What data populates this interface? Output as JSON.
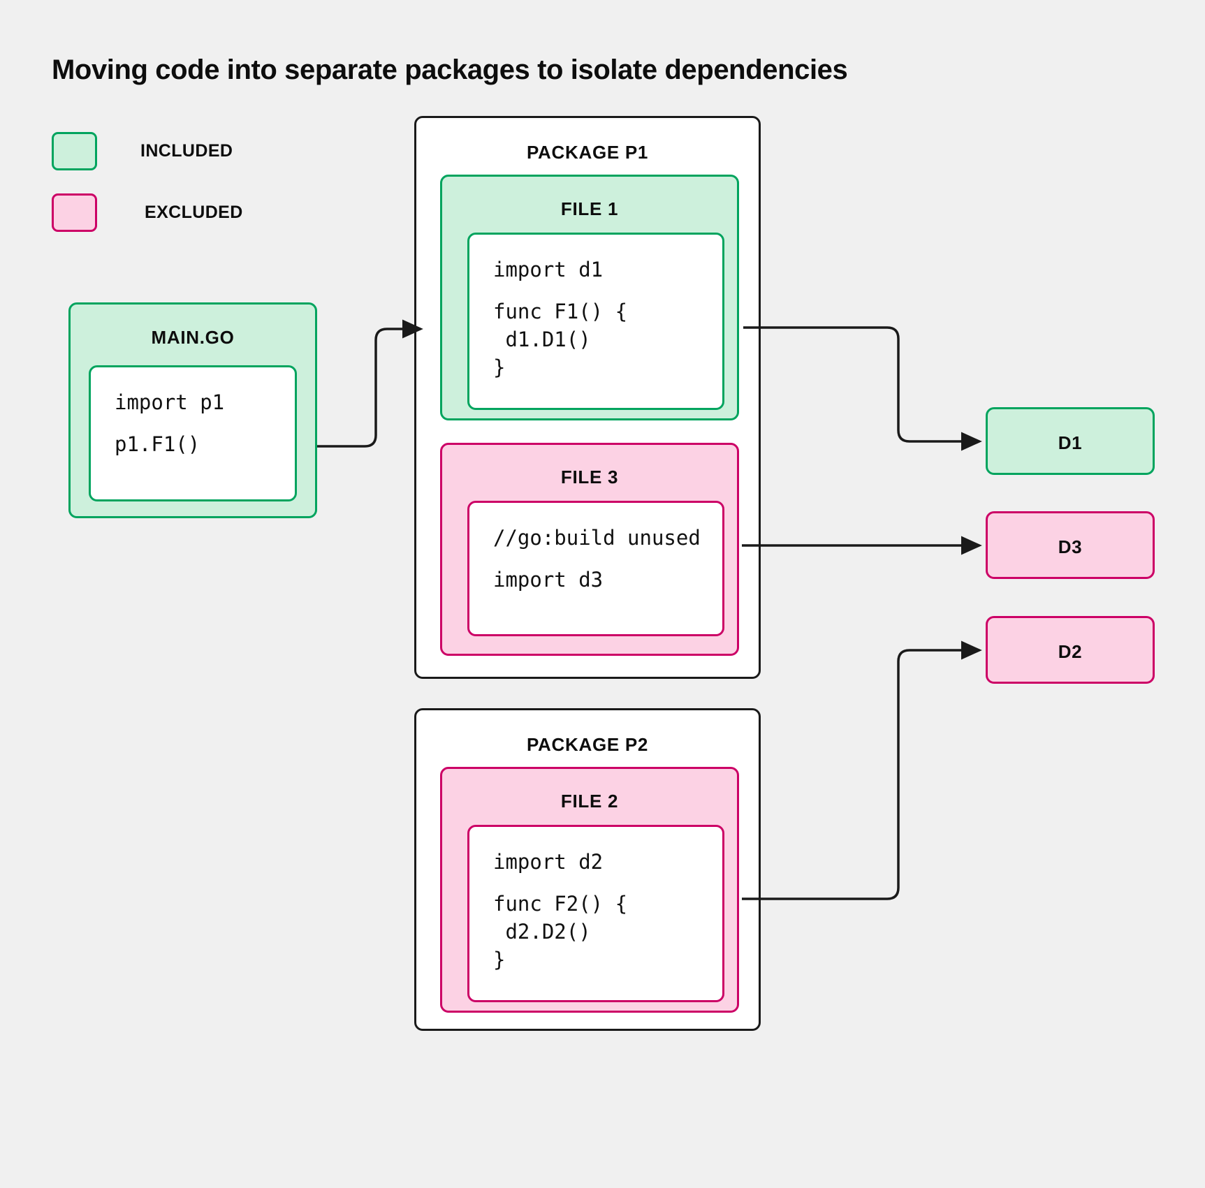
{
  "title": "Moving code into separate packages to isolate dependencies",
  "colors": {
    "background": "#f0f0f0",
    "included_fill": "#cdf0dc",
    "included_border": "#00a45e",
    "excluded_fill": "#fcd2e4",
    "excluded_border": "#cc0066",
    "outline": "#1a1a1a",
    "text": "#0d0d0d"
  },
  "legend": {
    "items": [
      {
        "label": "INCLUDED",
        "state": "included"
      },
      {
        "label": "EXCLUDED",
        "state": "excluded"
      }
    ]
  },
  "entry": {
    "title": "MAIN.GO",
    "state": "included",
    "code_lines": [
      "import p1",
      "",
      "p1.F1()"
    ],
    "code_line_1": "import p1",
    "code_line_2": "p1.F1()"
  },
  "packages": [
    {
      "title": "PACKAGE P1",
      "files": [
        {
          "title": "FILE 1",
          "state": "included",
          "code_line_1": "import d1",
          "code_line_2": "func F1() {",
          "code_line_3": " d1.D1()",
          "code_line_4": "}"
        },
        {
          "title": "FILE 3",
          "state": "excluded",
          "code_line_1": "//go:build unused",
          "code_line_2": "import d3"
        }
      ]
    },
    {
      "title": "PACKAGE P2",
      "files": [
        {
          "title": "FILE 2",
          "state": "excluded",
          "code_line_1": "import d2",
          "code_line_2": "func F2() {",
          "code_line_3": " d2.D2()",
          "code_line_4": "}"
        }
      ]
    }
  ],
  "dependencies": [
    {
      "label": "D1",
      "state": "included"
    },
    {
      "label": "D3",
      "state": "excluded"
    },
    {
      "label": "D2",
      "state": "excluded"
    }
  ],
  "edges": [
    {
      "from": "MAIN.GO",
      "to": "PACKAGE P1 / FILE 1"
    },
    {
      "from": "FILE 1",
      "to": "D1"
    },
    {
      "from": "FILE 3",
      "to": "D3"
    },
    {
      "from": "FILE 2",
      "to": "D2"
    }
  ]
}
